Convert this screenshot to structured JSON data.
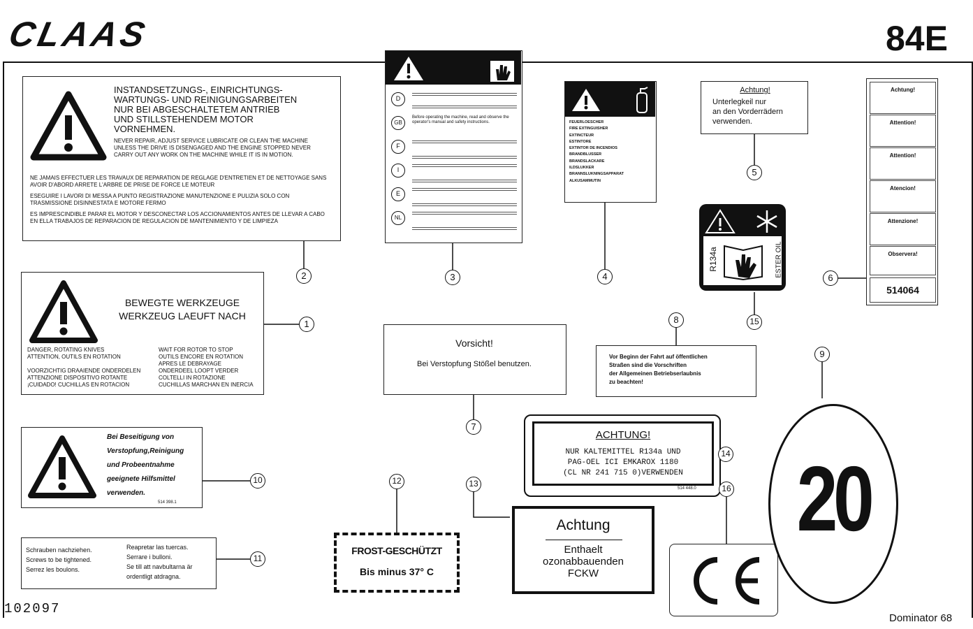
{
  "header": {
    "brand": "CLAAS",
    "page_code": "84E"
  },
  "footer": {
    "sheet_no": "102097",
    "model": "Dominator 68"
  },
  "labels": {
    "l2": {
      "de": "INSTANDSETZUNGS-, EINRICHTUNGS-\nWARTUNGS- UND REINIGUNGSARBEITEN\nNUR BEI ABGESCHALTETEM ANTRIEB\nUND STILLSTEHENDEM MOTOR\nVORNEHMEN.",
      "en": "NEVER REPAIR, ADJUST SERVICE LUBRICATE OR CLEAN THE MACHINE UNLESS THE DRIVE IS DISENGAGED AND THE ENGINE STOPPED NEVER CARRY OUT ANY WORK ON THE MACHINE WHILE IT IS IN MOTION.",
      "fr": "NE JAMAIS EFFECTUER LES TRAVAUX DE REPARATION DE REGLAGE D'ENTRETIEN ET DE NETTOYAGE SANS AVOIR D'ABORD ARRETE L'ARBRE DE PRISE DE FORCE LE MOTEUR",
      "it": "ESEGUIRE I LAVORI DI MESSA A PUNTO REGISTRAZIONE MANUTENZIONE E PULIZIA SOLO CON TRASMISSIONE DISINNESTATA E MOTORE FERMO",
      "es": "ES IMPRESCINDIBLE PARAR EL MOTOR Y DESCONECTAR LOS ACCIONAMIENTOS ANTES DE LLEVAR A CABO EN ELLA TRABAJOS DE REPARACION DE REGULACION DE MANTENIMIENTO Y DE LIMPIEZA"
    },
    "l1": {
      "title": "BEWEGTE WERKZEUGE\nWERKZEUG LAEUFT NACH",
      "left": "DANGER, ROTATING KNIVES\nATTENTION, OUTILS EN ROTATION\n\nVOORZICHTIG DRAAIENDE ONDERDELEN\nATTENZIONE DISPOSITIVO ROTANTE\n¡CUIDADO! CUCHILLAS EN ROTACION",
      "right": "WAIT FOR ROTOR TO STOP\nOUTILS ENCORE EN ROTATION\nAPRES LE DEBRAYAGE\nONDERDEEL LOOPT VERDER\nCOLTELLI IN ROTAZIONE\nCUCHILLAS MARCHAN EN INERCIA"
    },
    "l10": {
      "text": "Bei Beseitigung von\nVerstopfung,Reinigung\nund Probeentnahme\ngeeignete Hilfsmittel\nverwenden.",
      "code": "514 398.1"
    },
    "l11": {
      "left": "Schrauben nachziehen.\nScrews to be tightened.\nSerrez les boulons.",
      "right": "Reapretar las tuercas.\nSerrare i bulloni.\nSe till att navbultarna är\nordentligt atdragna."
    },
    "l3": {
      "codes": [
        "D",
        "GB",
        "F",
        "I",
        "E",
        "NL"
      ],
      "gb_text": "Before operating the machine, read and observe the operator's manual and safety instructions."
    },
    "l4": {
      "items": [
        "FEUERLOESCHER",
        "FIRE EXTINGUISHER",
        "EXTINCTEUR",
        "ESTINTORE",
        "EXTINTOR DE INCENDIOS",
        "BRANDBLUSSER",
        "BRANDSLACKARE",
        "ILDSLUKKER",
        "BRANNSLUKNINGSAPPARAT",
        "ALKUSAMMUTIN"
      ]
    },
    "l5": {
      "title": "Achtung!",
      "text": "Unterlegkeil nur\nan den Vorderrädern\nverwenden."
    },
    "l15": {
      "r134": "R134a",
      "ester": "ESTER OIL"
    },
    "l6": {
      "headings": [
        "Achtung!",
        "Attention!",
        "Attention!",
        "Atencion!",
        "Attenzione!",
        "Observera!"
      ],
      "code": "514064"
    },
    "l7": {
      "title": "Vorsicht!",
      "text": "Bei Verstopfung Stößel benutzen."
    },
    "l8": {
      "text": "Vor Beginn der Fahrt auf öffentlichen\nStraßen sind die Vorschriften\nder Allgemeinen Betriebserlaubnis\nzu beachten!"
    },
    "l14": {
      "title": "ACHTUNG!",
      "text": "NUR KALTEMITTEL R134a UND\nPAG-OEL ICI EMKAROX 1180\n(CL NR 241 715 0)VERWENDEN",
      "code": "514 448.0"
    },
    "l12": {
      "title": "FROST-GESCHÜTZT",
      "sub": "Bis minus 37° C"
    },
    "l13": {
      "title": "Achtung",
      "text": "Enthaelt\nozonabbauenden\nFCKW"
    },
    "l9": {
      "speed": "20"
    }
  },
  "callouts": [
    "1",
    "2",
    "3",
    "4",
    "5",
    "6",
    "7",
    "8",
    "9",
    "10",
    "11",
    "12",
    "13",
    "14",
    "15",
    "16"
  ]
}
